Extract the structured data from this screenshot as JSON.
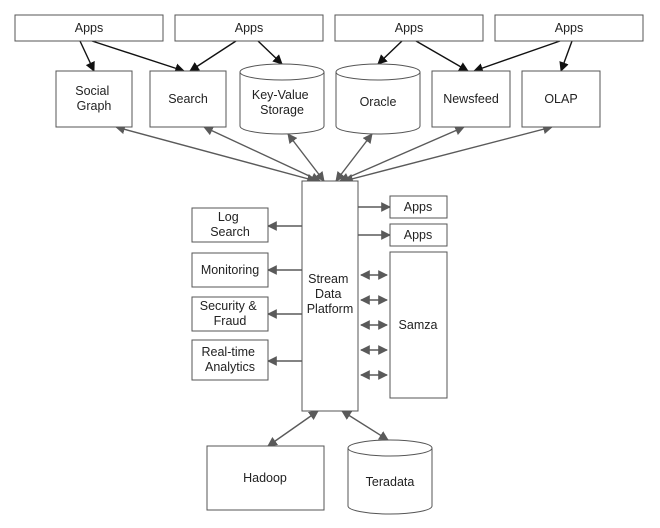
{
  "colors": {
    "stroke": "#555555",
    "edge_dark": "#111111",
    "edge_grey": "#5a5a5a",
    "text": "#222222"
  },
  "nodes": {
    "apps_top_1": {
      "label": [
        "Apps"
      ]
    },
    "apps_top_2": {
      "label": [
        "Apps"
      ]
    },
    "apps_top_3": {
      "label": [
        "Apps"
      ]
    },
    "apps_top_4": {
      "label": [
        "Apps"
      ]
    },
    "social_graph": {
      "label": [
        "Social",
        "Graph"
      ]
    },
    "search": {
      "label": [
        "Search"
      ]
    },
    "key_value_storage": {
      "label": [
        "Key-Value",
        "Storage"
      ]
    },
    "oracle": {
      "label": [
        "Oracle"
      ]
    },
    "newsfeed": {
      "label": [
        "Newsfeed"
      ]
    },
    "olap": {
      "label": [
        "OLAP"
      ]
    },
    "stream_data_platform": {
      "label": [
        "Stream",
        "Data",
        "Platform"
      ]
    },
    "log_search": {
      "label": [
        "Log",
        "Search"
      ]
    },
    "monitoring": {
      "label": [
        "Monitoring"
      ]
    },
    "security_fraud": {
      "label": [
        "Security &",
        "Fraud"
      ]
    },
    "realtime_analytics": {
      "label": [
        "Real-time",
        "Analytics"
      ]
    },
    "apps_right_1": {
      "label": [
        "Apps"
      ]
    },
    "apps_right_2": {
      "label": [
        "Apps"
      ]
    },
    "samza": {
      "label": [
        "Samza"
      ]
    },
    "hadoop": {
      "label": [
        "Hadoop"
      ]
    },
    "teradata": {
      "label": [
        "Teradata"
      ]
    }
  },
  "edges": [
    {
      "from": "apps_top_1",
      "to": "social_graph",
      "dir": "forward"
    },
    {
      "from": "apps_top_1",
      "to": "search",
      "dir": "forward"
    },
    {
      "from": "apps_top_2",
      "to": "search",
      "dir": "forward"
    },
    {
      "from": "apps_top_2",
      "to": "key_value_storage",
      "dir": "forward"
    },
    {
      "from": "apps_top_3",
      "to": "oracle",
      "dir": "forward"
    },
    {
      "from": "apps_top_3",
      "to": "newsfeed",
      "dir": "forward"
    },
    {
      "from": "apps_top_4",
      "to": "newsfeed",
      "dir": "forward"
    },
    {
      "from": "apps_top_4",
      "to": "olap",
      "dir": "forward"
    },
    {
      "from": "social_graph",
      "to": "stream_data_platform",
      "dir": "both"
    },
    {
      "from": "search",
      "to": "stream_data_platform",
      "dir": "both"
    },
    {
      "from": "key_value_storage",
      "to": "stream_data_platform",
      "dir": "both"
    },
    {
      "from": "oracle",
      "to": "stream_data_platform",
      "dir": "both"
    },
    {
      "from": "newsfeed",
      "to": "stream_data_platform",
      "dir": "both"
    },
    {
      "from": "olap",
      "to": "stream_data_platform",
      "dir": "both"
    },
    {
      "from": "stream_data_platform",
      "to": "log_search",
      "dir": "forward"
    },
    {
      "from": "stream_data_platform",
      "to": "monitoring",
      "dir": "forward"
    },
    {
      "from": "stream_data_platform",
      "to": "security_fraud",
      "dir": "forward"
    },
    {
      "from": "stream_data_platform",
      "to": "realtime_analytics",
      "dir": "forward"
    },
    {
      "from": "stream_data_platform",
      "to": "apps_right_1",
      "dir": "forward"
    },
    {
      "from": "stream_data_platform",
      "to": "apps_right_2",
      "dir": "forward"
    },
    {
      "from": "stream_data_platform",
      "to": "samza",
      "dir": "both",
      "count": 5
    },
    {
      "from": "stream_data_platform",
      "to": "hadoop",
      "dir": "both"
    },
    {
      "from": "stream_data_platform",
      "to": "teradata",
      "dir": "both"
    }
  ]
}
